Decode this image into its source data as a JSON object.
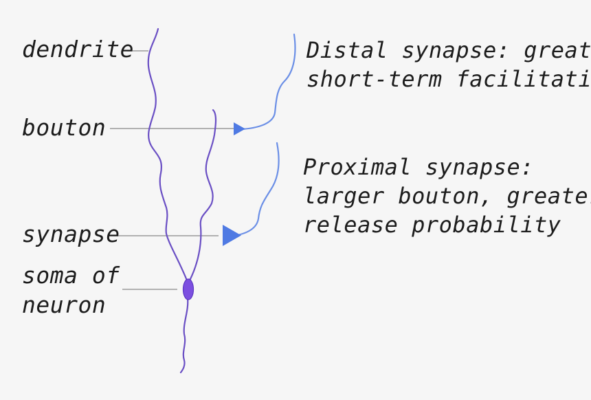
{
  "labels": {
    "dendrite": "dendrite",
    "bouton": "bouton",
    "synapse": "synapse",
    "soma_line1": "soma of",
    "soma_line2": "neuron"
  },
  "notes": {
    "distal": {
      "line1": "Distal synapse: greater",
      "line2": "short-term facilitation"
    },
    "proximal": {
      "line1": "Proximal synapse:",
      "line2": "larger bouton, greater",
      "line3": "release probability"
    }
  },
  "colors": {
    "dendrite": "#6a4fc4",
    "axon": "#6b8fe6",
    "bouton": "#4f7ae3",
    "soma": "#7c4fe0",
    "leader": "#888888",
    "background": "#f6f6f6"
  }
}
